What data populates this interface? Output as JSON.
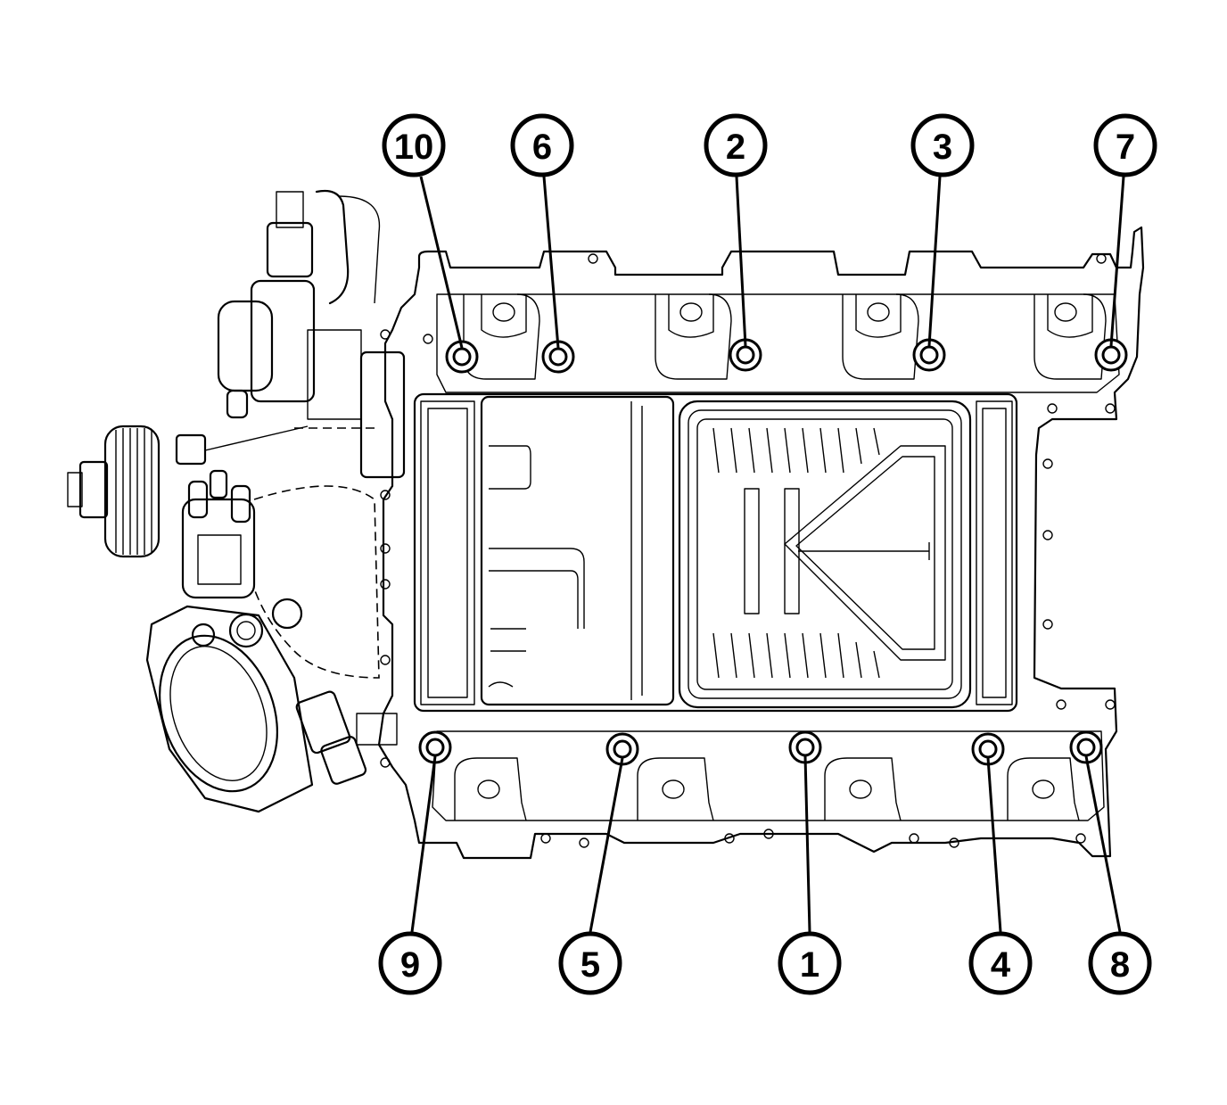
{
  "diagram": {
    "callouts": [
      {
        "label": "10"
      },
      {
        "label": "6"
      },
      {
        "label": "2"
      },
      {
        "label": "3"
      },
      {
        "label": "7"
      },
      {
        "label": "9"
      },
      {
        "label": "5"
      },
      {
        "label": "1"
      },
      {
        "label": "4"
      },
      {
        "label": "8"
      }
    ]
  }
}
